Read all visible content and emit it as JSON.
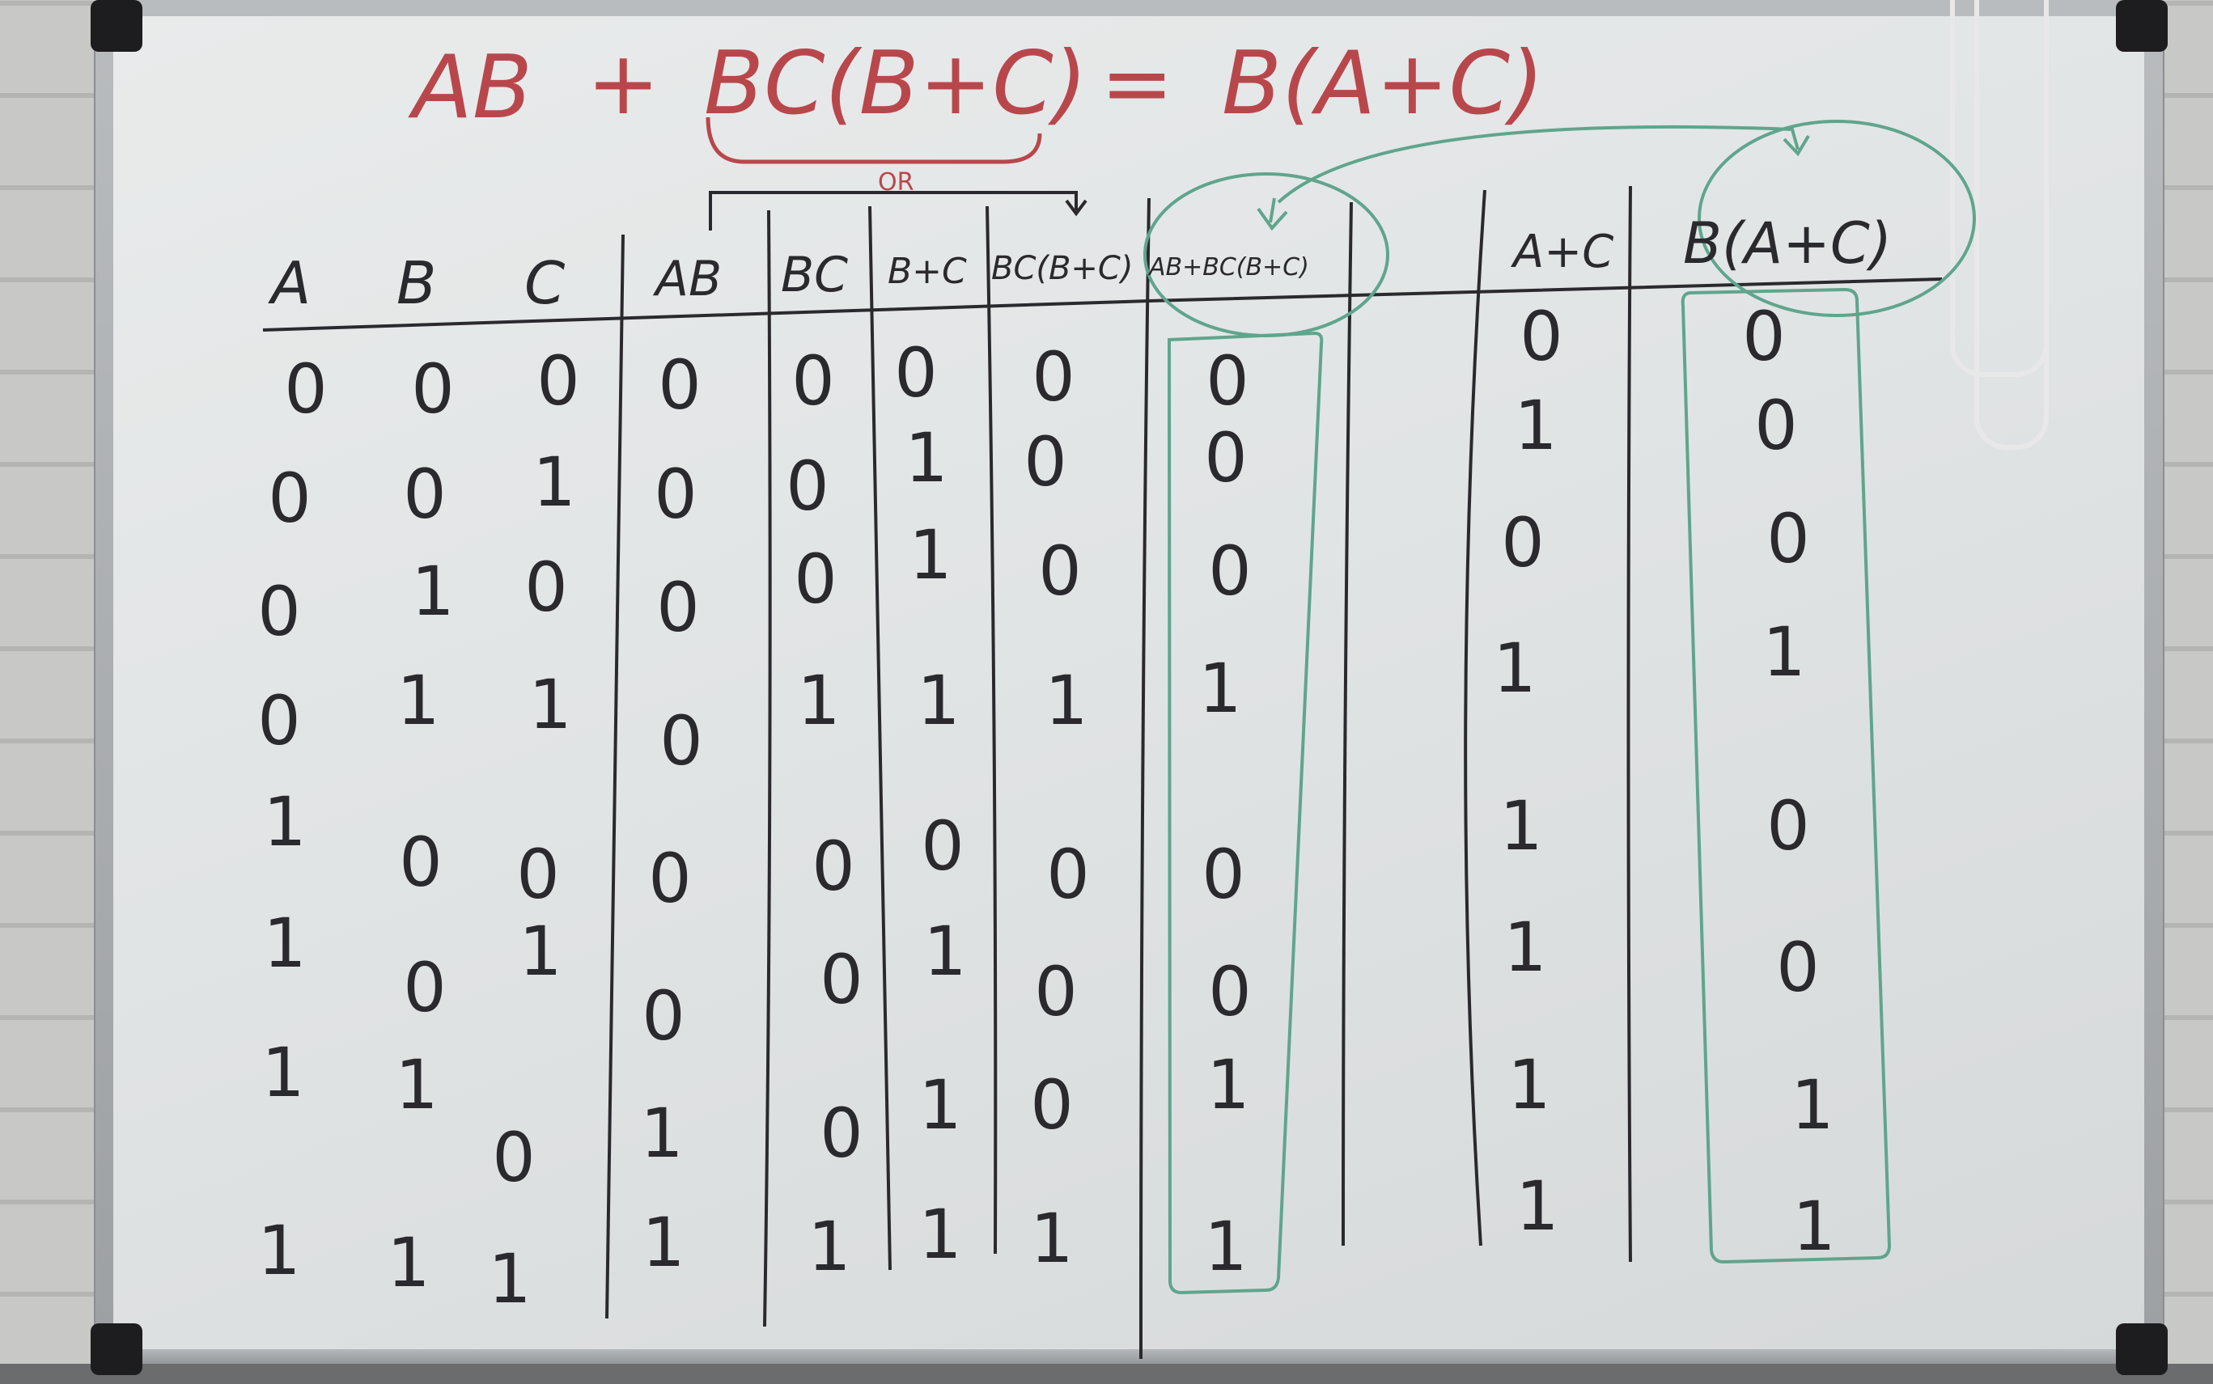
{
  "equation": {
    "left_term": "AB",
    "plus": "+",
    "middle_term": "BC(B+C)",
    "equals": "=",
    "right_term": "B(A+C)"
  },
  "or_note": "OR",
  "table": {
    "headers": [
      "A",
      "B",
      "C",
      "AB",
      "BC",
      "B+C",
      "BC(B+C)",
      "AB+BC(B+C)",
      "A+C",
      "B(A+C)"
    ],
    "rows": [
      [
        "0",
        "0",
        "0",
        "0",
        "0",
        "0",
        "0",
        "0",
        "0",
        "0"
      ],
      [
        "0",
        "0",
        "1",
        "0",
        "0",
        "1",
        "0",
        "0",
        "1",
        "0"
      ],
      [
        "0",
        "1",
        "0",
        "0",
        "0",
        "1",
        "0",
        "0",
        "0",
        "0"
      ],
      [
        "0",
        "1",
        "1",
        "0",
        "1",
        "1",
        "1",
        "1",
        "1",
        "1"
      ],
      [
        "1",
        "0",
        "0",
        "0",
        "0",
        "0",
        "0",
        "0",
        "1",
        "0"
      ],
      [
        "1",
        "0",
        "1",
        "0",
        "0",
        "1",
        "0",
        "0",
        "1",
        "0"
      ],
      [
        "1",
        "1",
        "0",
        "1",
        "0",
        "1",
        "0",
        "1",
        "1",
        "1"
      ],
      [
        "1",
        "1",
        "1",
        "1",
        "1",
        "1",
        "1",
        "1",
        "1",
        "1"
      ]
    ]
  },
  "colors": {
    "red_marker": "#b8474c",
    "black_marker": "#2a2a2e",
    "green_marker": "#5fa58c"
  }
}
